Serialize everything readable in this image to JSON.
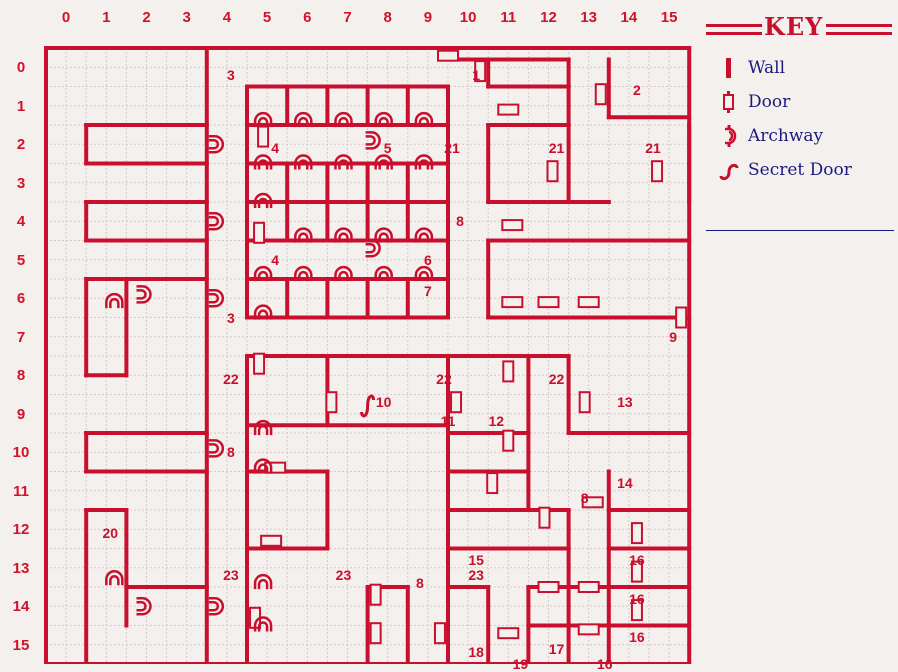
{
  "columns": [
    "0",
    "1",
    "2",
    "3",
    "4",
    "5",
    "6",
    "7",
    "8",
    "9",
    "10",
    "11",
    "12",
    "13",
    "14",
    "15"
  ],
  "rows": [
    "0",
    "1",
    "2",
    "3",
    "4",
    "5",
    "6",
    "7",
    "8",
    "9",
    "10",
    "11",
    "12",
    "13",
    "14",
    "15"
  ],
  "rooms": [
    {
      "id": "r1",
      "label": "1",
      "col": 10.2,
      "row": 0.2
    },
    {
      "id": "r2",
      "label": "2",
      "col": 14.2,
      "row": 0.6
    },
    {
      "id": "r3a",
      "label": "3",
      "col": 4.1,
      "row": 0.2
    },
    {
      "id": "r3b",
      "label": "3",
      "col": 4.1,
      "row": 6.5
    },
    {
      "id": "r4a",
      "label": "4",
      "col": 5.2,
      "row": 2.1
    },
    {
      "id": "r4b",
      "label": "4",
      "col": 5.2,
      "row": 5.0
    },
    {
      "id": "r5",
      "label": "5",
      "col": 8.0,
      "row": 2.1
    },
    {
      "id": "r6",
      "label": "6",
      "col": 9.0,
      "row": 5.0
    },
    {
      "id": "r7",
      "label": "7",
      "col": 9.0,
      "row": 5.8
    },
    {
      "id": "r8a",
      "label": "8",
      "col": 9.8,
      "row": 4.0
    },
    {
      "id": "r8b",
      "label": "8",
      "col": 4.1,
      "row": 10.0
    },
    {
      "id": "r8c",
      "label": "8",
      "col": 12.9,
      "row": 11.2
    },
    {
      "id": "r8d",
      "label": "8",
      "col": 8.8,
      "row": 13.4
    },
    {
      "id": "r9",
      "label": "9",
      "col": 15.1,
      "row": 7.0
    },
    {
      "id": "r10",
      "label": "10",
      "col": 7.9,
      "row": 8.7
    },
    {
      "id": "r11",
      "label": "11",
      "col": 9.5,
      "row": 9.2
    },
    {
      "id": "r12",
      "label": "12",
      "col": 10.7,
      "row": 9.2
    },
    {
      "id": "r13",
      "label": "13",
      "col": 13.9,
      "row": 8.7
    },
    {
      "id": "r14",
      "label": "14",
      "col": 13.9,
      "row": 10.8
    },
    {
      "id": "r15",
      "label": "15",
      "col": 10.2,
      "row": 12.8
    },
    {
      "id": "r16a",
      "label": "16",
      "col": 14.2,
      "row": 12.8
    },
    {
      "id": "r16b",
      "label": "16",
      "col": 14.2,
      "row": 13.8
    },
    {
      "id": "r16c",
      "label": "16",
      "col": 14.2,
      "row": 14.8
    },
    {
      "id": "r16d",
      "label": "16",
      "col": 13.4,
      "row": 15.5
    },
    {
      "id": "r17",
      "label": "17",
      "col": 12.2,
      "row": 15.1
    },
    {
      "id": "r18",
      "label": "18",
      "col": 10.2,
      "row": 15.2
    },
    {
      "id": "r19",
      "label": "19",
      "col": 11.3,
      "row": 15.5
    },
    {
      "id": "r20",
      "label": "20",
      "col": 1.1,
      "row": 12.1
    },
    {
      "id": "r21a",
      "label": "21",
      "col": 9.6,
      "row": 2.1
    },
    {
      "id": "r21b",
      "label": "21",
      "col": 12.2,
      "row": 2.1
    },
    {
      "id": "r21c",
      "label": "21",
      "col": 14.6,
      "row": 2.1
    },
    {
      "id": "r22a",
      "label": "22",
      "col": 4.1,
      "row": 8.1
    },
    {
      "id": "r22b",
      "label": "22",
      "col": 9.4,
      "row": 8.1
    },
    {
      "id": "r22c",
      "label": "22",
      "col": 12.2,
      "row": 8.1
    },
    {
      "id": "r23a",
      "label": "23",
      "col": 4.1,
      "row": 13.2
    },
    {
      "id": "r23b",
      "label": "23",
      "col": 6.9,
      "row": 13.2
    },
    {
      "id": "r23c",
      "label": "23",
      "col": 10.2,
      "row": 13.2
    }
  ],
  "walls": [
    [
      0,
      0,
      16,
      0
    ],
    [
      0,
      0,
      0,
      16
    ],
    [
      16,
      0,
      16,
      16
    ],
    [
      0,
      16,
      16,
      16
    ],
    [
      4,
      0,
      4,
      16
    ],
    [
      5,
      1,
      5,
      7
    ],
    [
      5,
      1,
      10,
      1
    ],
    [
      5,
      7,
      10,
      7
    ],
    [
      10,
      1,
      10,
      7
    ],
    [
      6,
      1,
      6,
      2
    ],
    [
      7,
      1,
      7,
      2
    ],
    [
      8,
      1,
      8,
      2
    ],
    [
      9,
      1,
      9,
      2
    ],
    [
      6,
      3,
      6,
      5
    ],
    [
      7,
      3,
      7,
      5
    ],
    [
      8,
      3,
      8,
      5
    ],
    [
      9,
      3,
      9,
      5
    ],
    [
      6,
      6,
      6,
      7
    ],
    [
      7,
      6,
      7,
      7
    ],
    [
      8,
      6,
      8,
      7
    ],
    [
      9,
      6,
      9,
      7
    ],
    [
      5,
      2,
      10,
      2
    ],
    [
      5,
      3,
      10,
      3
    ],
    [
      5,
      4,
      10,
      4
    ],
    [
      5,
      5,
      10,
      5
    ],
    [
      5,
      6,
      10,
      6
    ],
    [
      1,
      2,
      4,
      2
    ],
    [
      1,
      2,
      1,
      3
    ],
    [
      1,
      3,
      4,
      3
    ],
    [
      1,
      4,
      4,
      4
    ],
    [
      1,
      4,
      1,
      5
    ],
    [
      1,
      5,
      4,
      5
    ],
    [
      1,
      6,
      4,
      6
    ],
    [
      1,
      6,
      1,
      8.5
    ],
    [
      2,
      6,
      2,
      8.5
    ],
    [
      1,
      8.5,
      2,
      8.5
    ],
    [
      1,
      10,
      4,
      10
    ],
    [
      1,
      10,
      1,
      11
    ],
    [
      1,
      11,
      4,
      11
    ],
    [
      1,
      12,
      2,
      12
    ],
    [
      1,
      12,
      1,
      16
    ],
    [
      2,
      12,
      2,
      15
    ],
    [
      2,
      14,
      4,
      14
    ],
    [
      10,
      0.3,
      13,
      0.3
    ],
    [
      11,
      0.3,
      11,
      1
    ],
    [
      11,
      1,
      13,
      1
    ],
    [
      13,
      0.3,
      13,
      1
    ],
    [
      14,
      0.3,
      14,
      1.8
    ],
    [
      14,
      1.8,
      16,
      1.8
    ],
    [
      13,
      1,
      13,
      2
    ],
    [
      11,
      2,
      13,
      2
    ],
    [
      11,
      2,
      11,
      4
    ],
    [
      11,
      4,
      14,
      4
    ],
    [
      13,
      2,
      13,
      4
    ],
    [
      16,
      2,
      16,
      4
    ],
    [
      11,
      5,
      16,
      5
    ],
    [
      11,
      5,
      11,
      7
    ],
    [
      11,
      7,
      16,
      7
    ],
    [
      5,
      8,
      10,
      8
    ],
    [
      5,
      8,
      5,
      16
    ],
    [
      5,
      9.8,
      10,
      9.8
    ],
    [
      7,
      8,
      7,
      9.8
    ],
    [
      5,
      11,
      7,
      11
    ],
    [
      5,
      13,
      7,
      13
    ],
    [
      7,
      11,
      7,
      13
    ],
    [
      10,
      8,
      10,
      16
    ],
    [
      10,
      8,
      13,
      8
    ],
    [
      13,
      8,
      13,
      10
    ],
    [
      13,
      10,
      16,
      10
    ],
    [
      10,
      10,
      12,
      10
    ],
    [
      12,
      8,
      12,
      10
    ],
    [
      10,
      11,
      12,
      11
    ],
    [
      12,
      10,
      12,
      12
    ],
    [
      10,
      12,
      13,
      12
    ],
    [
      13,
      12,
      13,
      16
    ],
    [
      10,
      13,
      13,
      13
    ],
    [
      14,
      11,
      14,
      16
    ],
    [
      14,
      12,
      16,
      12
    ],
    [
      14,
      13,
      16,
      13
    ],
    [
      14,
      14,
      16,
      14
    ],
    [
      14,
      15,
      16,
      15
    ],
    [
      12,
      14,
      14,
      14
    ],
    [
      12,
      15,
      14,
      15
    ],
    [
      12,
      14,
      12,
      16
    ],
    [
      8,
      14,
      9,
      14
    ],
    [
      8,
      14,
      8,
      16
    ],
    [
      9,
      14,
      9,
      16
    ],
    [
      10,
      14,
      11,
      14
    ],
    [
      11,
      14,
      11,
      16
    ]
  ],
  "doors": [
    [
      10,
      0.2,
      "h"
    ],
    [
      10.8,
      0.6,
      "v"
    ],
    [
      13.8,
      1.2,
      "v"
    ],
    [
      11.5,
      1.6,
      "h"
    ],
    [
      12.6,
      3.2,
      "v"
    ],
    [
      15.2,
      3.2,
      "v"
    ],
    [
      5.4,
      2.3,
      "v"
    ],
    [
      5.3,
      4.8,
      "v"
    ],
    [
      11.6,
      4.6,
      "h"
    ],
    [
      11.6,
      6.6,
      "h"
    ],
    [
      12.5,
      6.6,
      "h"
    ],
    [
      13.5,
      6.6,
      "h"
    ],
    [
      15.8,
      7.0,
      "v"
    ],
    [
      5.3,
      8.2,
      "v"
    ],
    [
      7.1,
      9.2,
      "v"
    ],
    [
      10.2,
      9.2,
      "v"
    ],
    [
      11.5,
      8.4,
      "v"
    ],
    [
      11.5,
      10.2,
      "v"
    ],
    [
      13.4,
      9.2,
      "v"
    ],
    [
      5.7,
      10.9,
      "h"
    ],
    [
      5.6,
      12.8,
      "h"
    ],
    [
      11.1,
      11.3,
      "v"
    ],
    [
      12.4,
      12.2,
      "v"
    ],
    [
      13.6,
      11.8,
      "h"
    ],
    [
      14.7,
      12.6,
      "v"
    ],
    [
      14.7,
      13.6,
      "v"
    ],
    [
      14.7,
      14.6,
      "v"
    ],
    [
      12.5,
      14.0,
      "h"
    ],
    [
      13.5,
      15.1,
      "h"
    ],
    [
      13.5,
      14.0,
      "h"
    ],
    [
      11.5,
      15.2,
      "h"
    ],
    [
      8.2,
      14.2,
      "v"
    ],
    [
      8.2,
      15.2,
      "v"
    ],
    [
      9.8,
      15.2,
      "v"
    ],
    [
      5.2,
      14.8,
      "v"
    ]
  ],
  "arches": [
    [
      4.2,
      2.5,
      "v"
    ],
    [
      5.4,
      1.9,
      "h"
    ],
    [
      6.4,
      1.9,
      "h"
    ],
    [
      7.4,
      1.9,
      "h"
    ],
    [
      8.4,
      1.9,
      "h"
    ],
    [
      9.4,
      1.9,
      "h"
    ],
    [
      5.4,
      3.0,
      "h"
    ],
    [
      7.4,
      3.0,
      "h"
    ],
    [
      8.4,
      3.0,
      "h"
    ],
    [
      9.4,
      3.0,
      "h"
    ],
    [
      6.4,
      3.0,
      "h"
    ],
    [
      8.1,
      2.4,
      "v"
    ],
    [
      4.2,
      4.5,
      "v"
    ],
    [
      5.4,
      4.0,
      "h"
    ],
    [
      6.4,
      4.9,
      "h"
    ],
    [
      7.4,
      4.9,
      "h"
    ],
    [
      9.4,
      4.9,
      "h"
    ],
    [
      8.4,
      4.9,
      "h"
    ],
    [
      8.1,
      5.2,
      "v"
    ],
    [
      5.4,
      5.9,
      "h"
    ],
    [
      6.4,
      5.9,
      "h"
    ],
    [
      7.4,
      5.9,
      "h"
    ],
    [
      8.4,
      5.9,
      "h"
    ],
    [
      9.4,
      5.9,
      "h"
    ],
    [
      4.2,
      6.5,
      "v"
    ],
    [
      5.4,
      6.9,
      "h"
    ],
    [
      1.7,
      6.6,
      "h"
    ],
    [
      2.4,
      6.4,
      "v"
    ],
    [
      5.4,
      9.9,
      "h"
    ],
    [
      4.2,
      10.4,
      "v"
    ],
    [
      5.4,
      10.9,
      "h"
    ],
    [
      1.7,
      13.8,
      "h"
    ],
    [
      2.4,
      14.5,
      "v"
    ],
    [
      4.2,
      14.5,
      "v"
    ],
    [
      5.4,
      13.9,
      "h"
    ],
    [
      5.4,
      15.0,
      "h"
    ]
  ],
  "secret_doors": [
    [
      8.0,
      9.3
    ]
  ],
  "legend": {
    "title": "KEY",
    "items": [
      {
        "type": "wall",
        "label": "Wall"
      },
      {
        "type": "door",
        "label": "Door"
      },
      {
        "type": "archway",
        "label": "Archway"
      },
      {
        "type": "secret",
        "label": "Secret Door"
      }
    ]
  },
  "colors": {
    "ink": "#c8102e",
    "grid": "#d8c8c8",
    "legend_text": "#1a1a80",
    "background": "#f4f0ed"
  }
}
